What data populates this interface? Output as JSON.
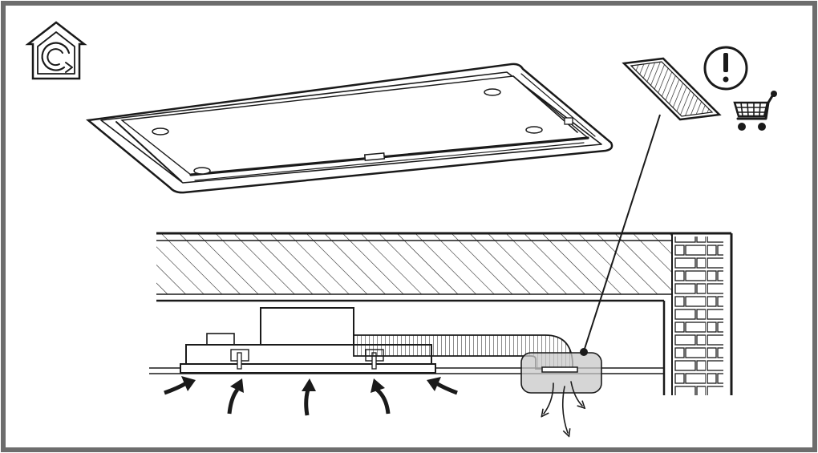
{
  "diagram": {
    "frame_color": "#6d6d6d",
    "ink_color": "#1a1a1a",
    "highlight_color": "#c8c8c8",
    "icons": [
      {
        "name": "recirculation-mode-icon"
      },
      {
        "name": "warning-icon"
      },
      {
        "name": "shopping-cart-icon"
      }
    ],
    "components": [
      "ceiling-hood-panel",
      "replacement-filter",
      "ceiling-slab",
      "brick-wall",
      "hood-unit",
      "flexible-duct",
      "recirculation-outlet",
      "air-intake-arrows",
      "air-outlet-arrows"
    ]
  }
}
